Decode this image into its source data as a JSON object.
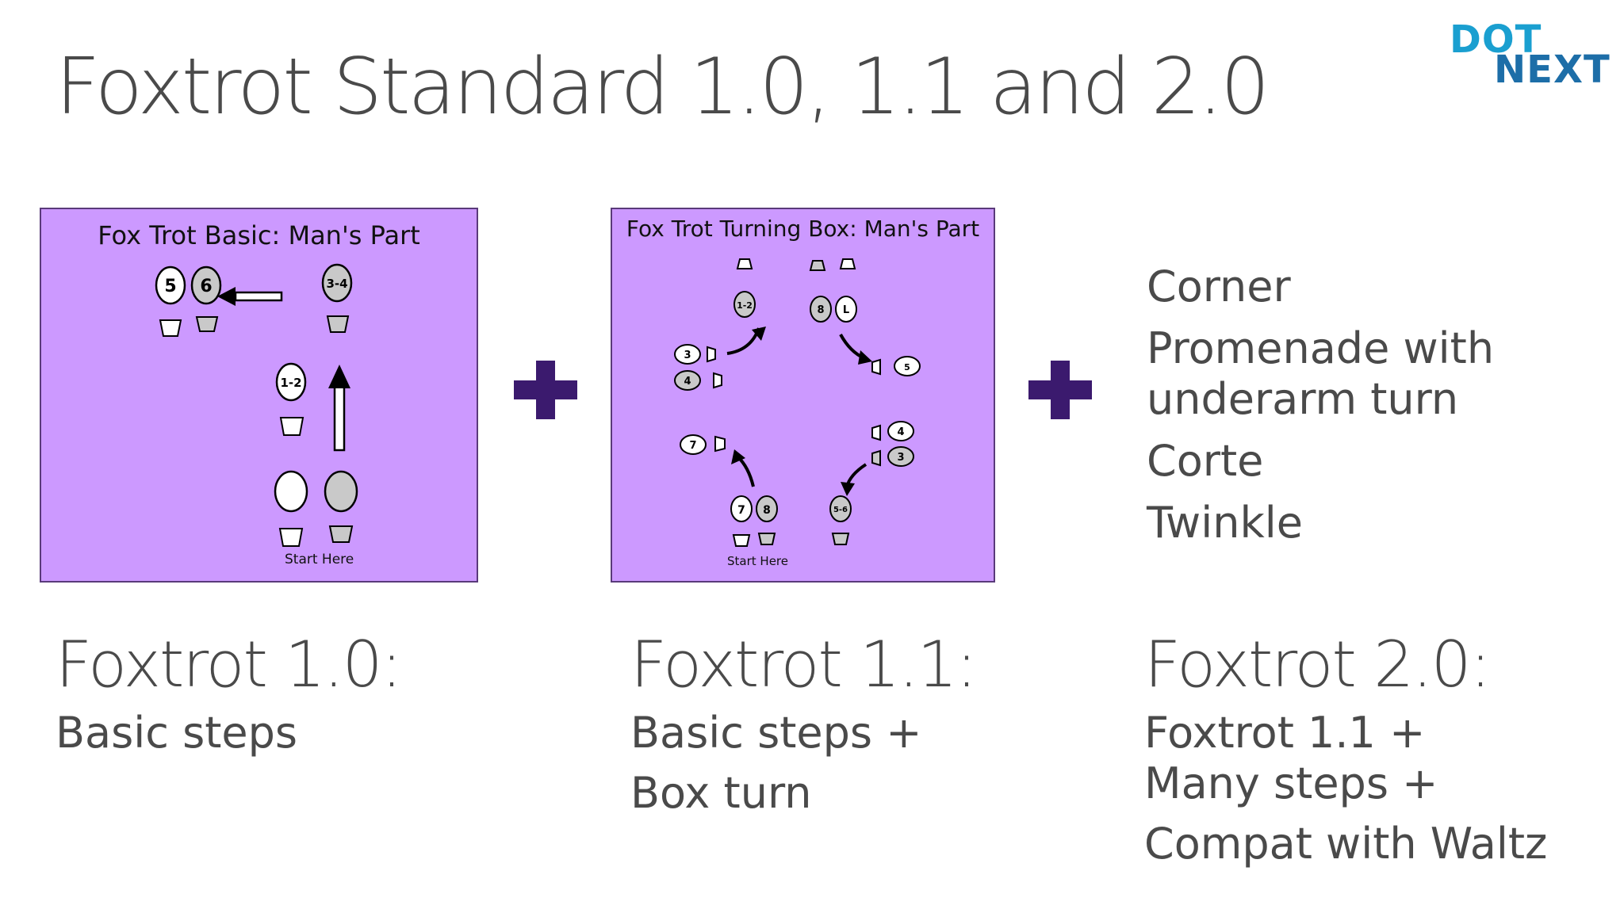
{
  "slide": {
    "title": "Foxtrot Standard 1.0, 1.1 and 2.0"
  },
  "logo": {
    "line1": "DOT",
    "line2": "NEXT"
  },
  "panel_basic": {
    "title": "Fox Trot Basic: Man's Part",
    "steps": [
      "5",
      "6",
      "3-4",
      "1-2"
    ],
    "start": "Start Here"
  },
  "panel_turning": {
    "title": "Fox Trot Turning Box: Man's Part",
    "steps": [
      "1-2",
      "8",
      "L",
      "3",
      "4",
      "5",
      "4",
      "3",
      "7",
      "7",
      "8",
      "5-6"
    ],
    "start": "Start Here"
  },
  "features": [
    "Corner",
    "Promenade with underarm turn",
    "Corte",
    "Twinkle"
  ],
  "columns": [
    {
      "heading": "Foxtrot 1.0:",
      "lines": [
        "Basic steps"
      ]
    },
    {
      "heading": "Foxtrot 1.1:",
      "lines": [
        "Basic steps +",
        "Box turn"
      ]
    },
    {
      "heading": "Foxtrot 2.0:",
      "lines": [
        "Foxtrot 1.1 +",
        "Many steps +",
        "Compat with Waltz"
      ]
    }
  ],
  "colors": {
    "panel_bg": "#cc99ff",
    "plus": "#3b1a6e",
    "text": "#4a4a4a",
    "logo_light": "#1a9fd0",
    "logo_dark": "#1d6ea8"
  }
}
